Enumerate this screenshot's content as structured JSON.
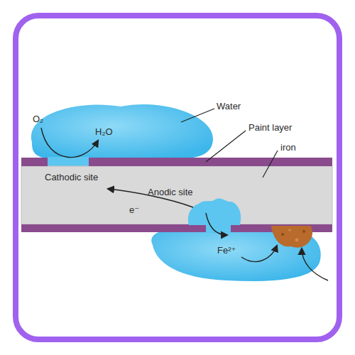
{
  "diagram": {
    "labels": [
      "Water",
      "Paint layer",
      "iron",
      "O₂",
      "H₂O",
      "Cathodic site",
      "Anodic site",
      "e⁻",
      "Fe²⁺"
    ]
  }
}
